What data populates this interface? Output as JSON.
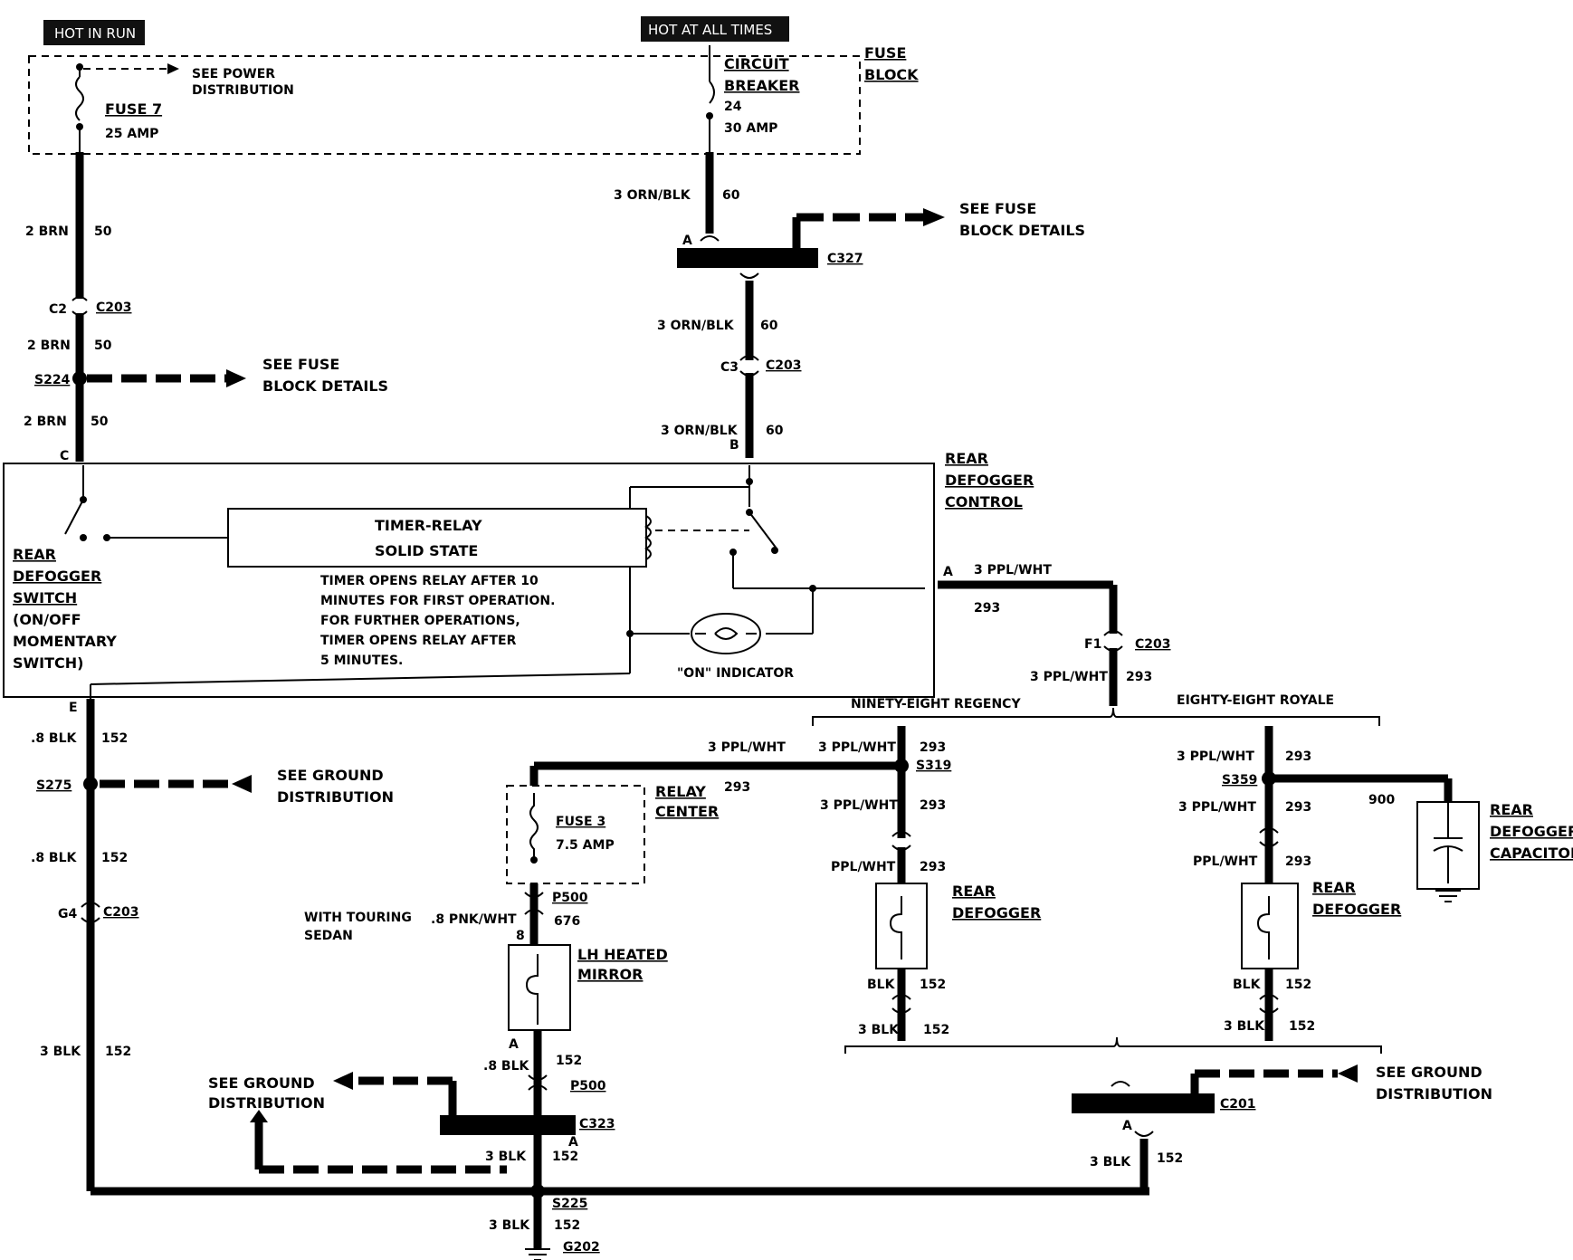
{
  "tags": {
    "hot_in_run": "HOT IN RUN",
    "hot_at_all_times": "HOT AT ALL TIMES"
  },
  "fuse_block": {
    "line1": "FUSE",
    "line2": "BLOCK"
  },
  "fuse7": {
    "name": "FUSE 7",
    "rating": "25 AMP"
  },
  "breaker": {
    "line1": "CIRCUIT",
    "line2": "BREAKER",
    "num": "24",
    "rating": "30 AMP"
  },
  "see_power": {
    "line1": "SEE POWER",
    "line2": "DISTRIBUTION"
  },
  "see_fuse_details": {
    "line1": "SEE FUSE",
    "line2": "BLOCK DETAILS"
  },
  "see_ground": {
    "line1": "SEE GROUND",
    "line2": "DISTRIBUTION"
  },
  "wires": {
    "brn_2": "2 BRN",
    "c50": "50",
    "orn_blk_3": "3 ORN/BLK",
    "c60": "60",
    "ppl_wht_3": "3 PPL/WHT",
    "ppl_wht": "PPL/WHT",
    "c293": "293",
    "c900": "900",
    "blk_08": ".8 BLK",
    "blk_3": "3 BLK",
    "blk": "BLK",
    "c152": "152",
    "pnk_wht_08": ".8 PNK/WHT",
    "c676": "676"
  },
  "connectors": {
    "c203": "C203",
    "c327": "C327",
    "c323": "C323",
    "c201": "C201",
    "s224": "S224",
    "s275": "S275",
    "s319": "S319",
    "s359": "S359",
    "s225": "S225",
    "p500": "P500",
    "g202": "G202"
  },
  "pins": {
    "A": "A",
    "B": "B",
    "C": "C",
    "E": "E",
    "C2": "C2",
    "C3": "C3",
    "F1": "F1",
    "G4": "G4",
    "p8": "8"
  },
  "control": {
    "line1": "REAR",
    "line2": "DEFOGGER",
    "line3": "CONTROL"
  },
  "timer": {
    "line1": "TIMER-RELAY",
    "line2": "SOLID STATE"
  },
  "timer_note": [
    "TIMER OPENS RELAY AFTER 10",
    "MINUTES FOR FIRST OPERATION.",
    "FOR FURTHER OPERATIONS,",
    "TIMER OPENS RELAY AFTER",
    "5 MINUTES."
  ],
  "switch": [
    "REAR",
    "DEFOGGER",
    "SWITCH",
    "(ON/OFF",
    "MOMENTARY",
    "SWITCH)"
  ],
  "on_indicator": "\"ON\" INDICATOR",
  "variants": {
    "regency": "NINETY-EIGHT REGENCY",
    "royale": "EIGHTY-EIGHT ROYALE"
  },
  "relay_center": {
    "line1": "RELAY",
    "line2": "CENTER"
  },
  "fuse3": {
    "name": "FUSE 3",
    "rating": "7.5 AMP"
  },
  "touring": {
    "line1": "WITH TOURING",
    "line2": "SEDAN"
  },
  "mirror": {
    "line1": "LH HEATED",
    "line2": "MIRROR"
  },
  "rear_defogger": {
    "line1": "REAR",
    "line2": "DEFOGGER"
  },
  "capacitor": {
    "line1": "REAR",
    "line2": "DEFOGGER",
    "line3": "CAPACITOR"
  },
  "colors": {
    "ink": "#000000",
    "paper": "#ffffff"
  }
}
